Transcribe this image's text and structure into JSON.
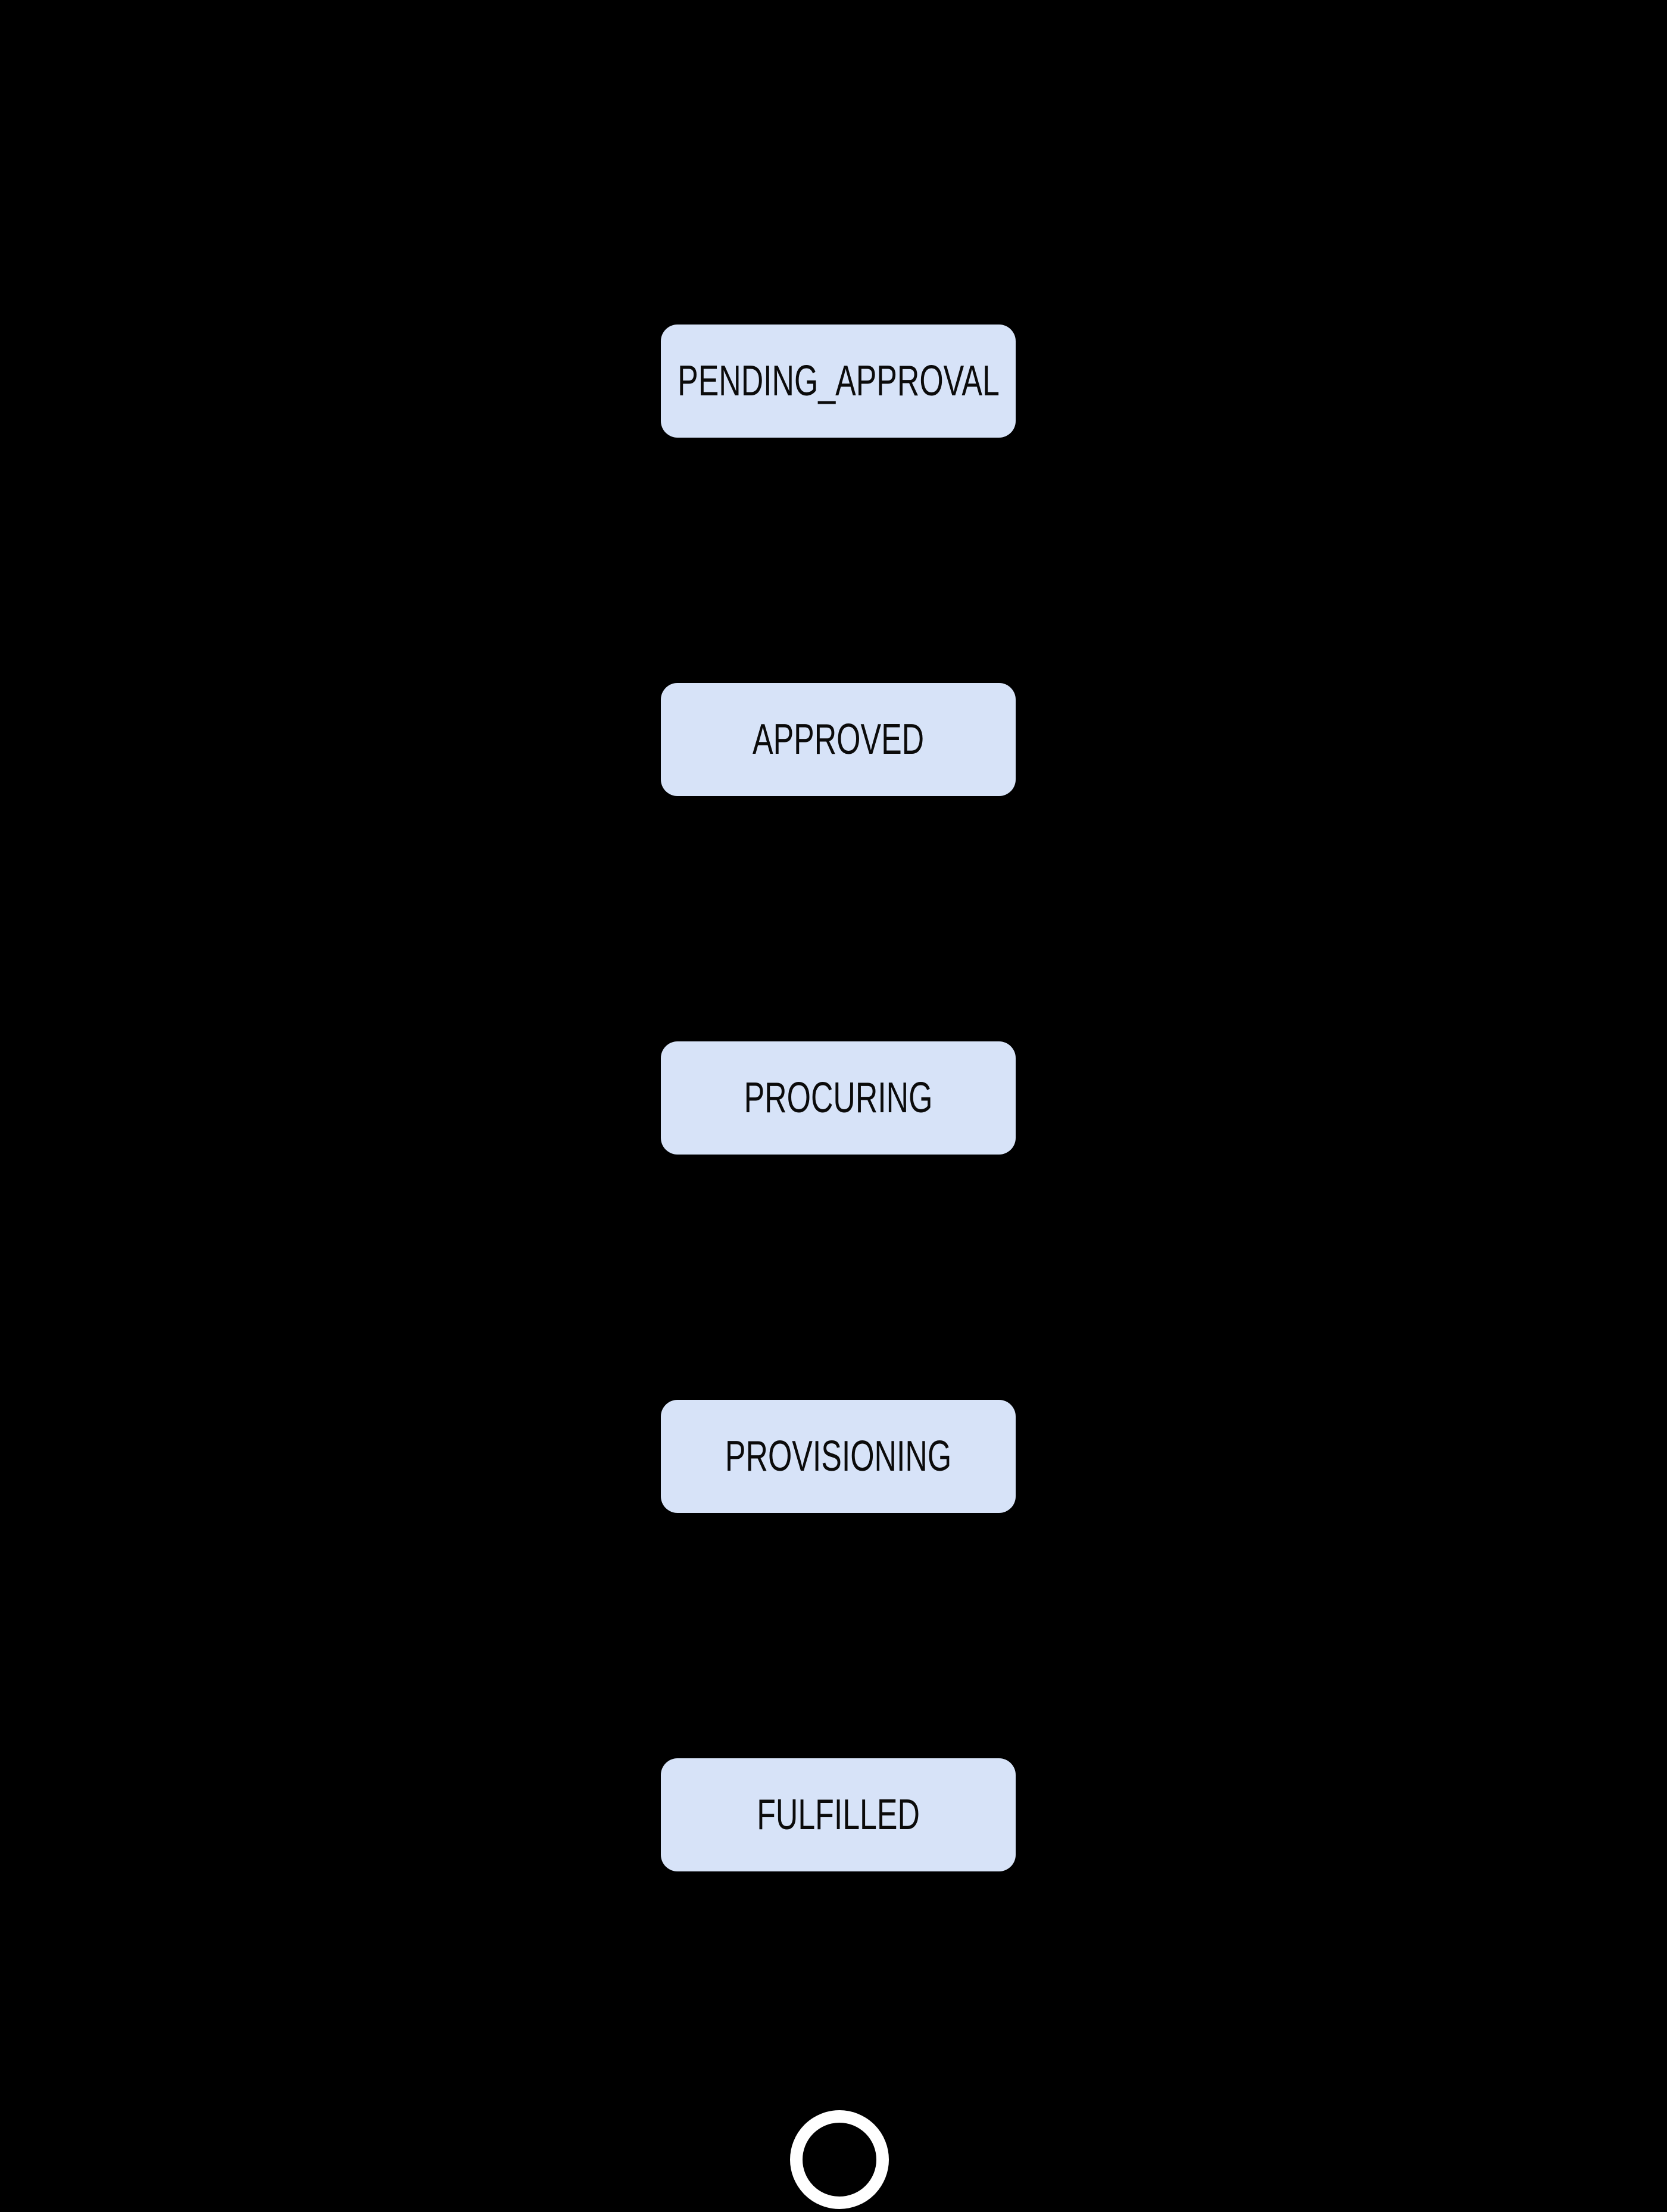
{
  "diagram": {
    "type": "state-flow-diagram",
    "background_color": "#000000",
    "node_fill_color": "#d7e3f8",
    "node_text_color": "#0b0b0b",
    "final_ring_color": "#ffffff",
    "states": [
      {
        "label": "PENDING_APPROVAL"
      },
      {
        "label": "APPROVED"
      },
      {
        "label": "PROCURING"
      },
      {
        "label": "PROVISIONING"
      },
      {
        "label": "FULFILLED"
      }
    ],
    "final_state": {
      "shape": "ring"
    }
  }
}
